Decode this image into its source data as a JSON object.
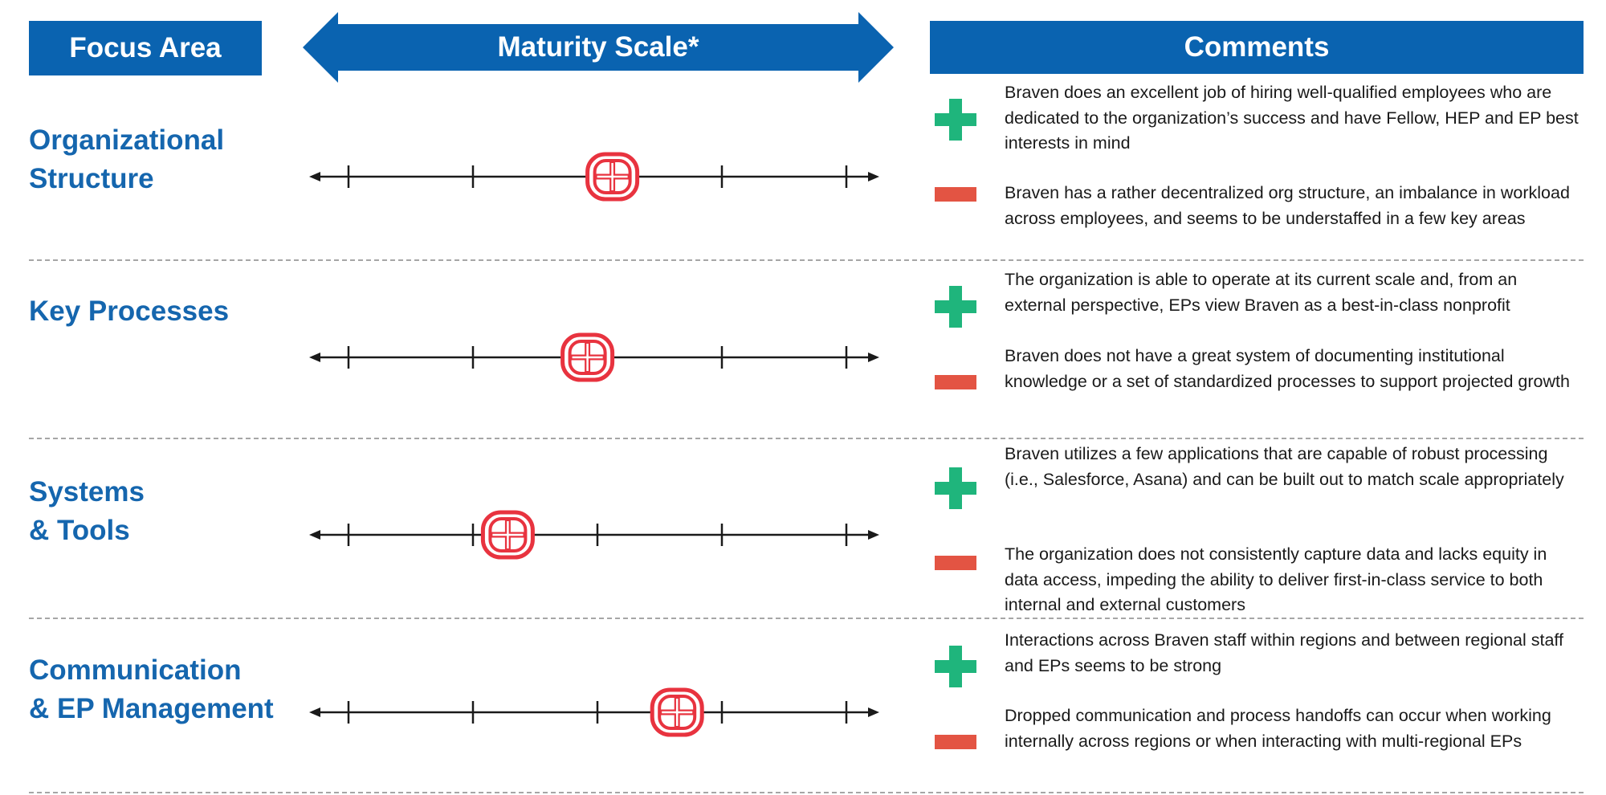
{
  "header": {
    "focus_area": "Focus Area",
    "maturity_scale": "Maturity Scale*",
    "comments": "Comments"
  },
  "scale": {
    "tick_count": 5,
    "marker_icon": "hospital-cross-marker-icon",
    "marker_color": "#e8333f"
  },
  "colors": {
    "header_blue": "#0a63b0",
    "focus_text": "#1566ae",
    "plus_green": "#1fb57c",
    "minus_red": "#e35443"
  },
  "rows": [
    {
      "focus_line1": "Organizational",
      "focus_line2": "Structure",
      "maturity_position": 0.53,
      "plus_comment": "Braven does an excellent job of hiring well-qualified employees who are dedicated to the organization’s success and have Fellow, HEP and EP best interests in mind",
      "minus_comment": "Braven has a rather decentralized org structure, an imbalance in workload across employees, and seems to be understaffed in a few key areas"
    },
    {
      "focus_line1": "Key Processes",
      "focus_line2": "",
      "maturity_position": 0.48,
      "plus_comment": "The organization is able to operate at its current scale and, from an external perspective, EPs view Braven as a best-in-class nonprofit",
      "minus_comment": "Braven does not have a great system of documenting institutional knowledge or a set of standardized processes to support projected growth"
    },
    {
      "focus_line1": "Systems",
      "focus_line2": "& Tools",
      "maturity_position": 0.32,
      "plus_comment": "Braven utilizes a few applications that are capable of robust processing (i.e., Salesforce, Asana) and can be built out to match scale appropriately",
      "minus_comment": "The organization does not consistently capture data and lacks equity in data access, impeding the ability to deliver first-in-class service to both internal and external customers"
    },
    {
      "focus_line1": "Communication",
      "focus_line2": "& EP Management",
      "maturity_position": 0.66,
      "plus_comment": "Interactions across Braven staff within regions and between regional staff and EPs seems to be strong",
      "minus_comment": "Dropped communication and process handoffs can occur when working internally across regions or when interacting with multi-regional EPs"
    }
  ]
}
